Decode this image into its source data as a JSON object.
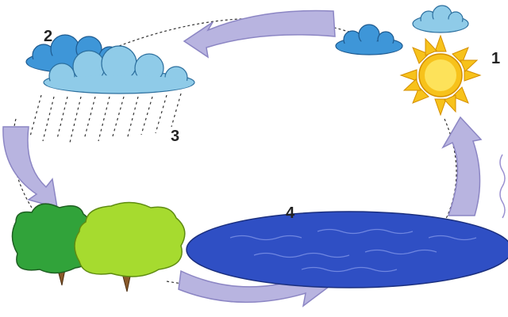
{
  "diagram": {
    "stages": [
      {
        "number": "1",
        "icon": "sun-icon"
      },
      {
        "number": "2",
        "icon": "cloud-icon"
      },
      {
        "number": "3",
        "icon": "rain-icon"
      },
      {
        "number": "4",
        "icon": "lake-icon"
      }
    ],
    "colors": {
      "arrow": "#b8b4e0",
      "arrow_stroke": "#8c86c4",
      "sun": "#f7c21b",
      "sun_center": "#fde25a",
      "cloud_dark": "#3e96d8",
      "cloud_light": "#8fcbe8",
      "lake": "#2f4fc4",
      "tree_dark": "#31a33a",
      "tree_light": "#a6db2f",
      "trunk": "#8a5a2b"
    }
  }
}
